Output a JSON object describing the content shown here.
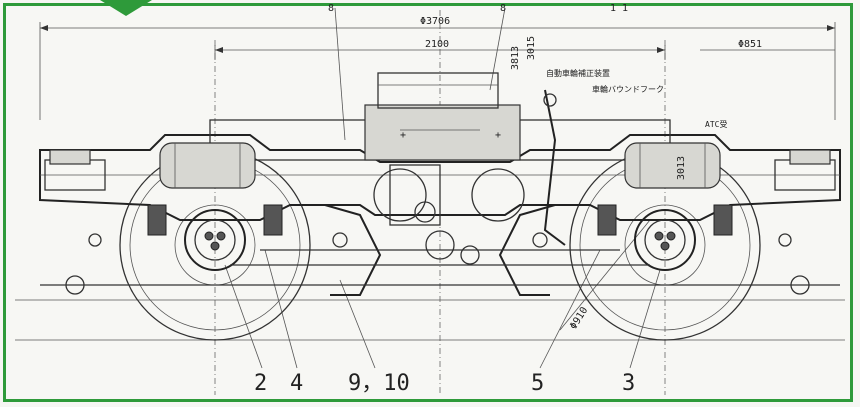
{
  "dimensions": {
    "overall": "Φ3706",
    "wheelbase": "2100",
    "right_span": "Φ851",
    "vertical_top": "3813",
    "vertical_side": "3015",
    "right_vertical": "3013",
    "diagonal": "Φ910"
  },
  "annotations": {
    "note_top": "自動車輪補正装置",
    "note_side": "車輪バウンドフーク",
    "note_right": "ATC受"
  },
  "callouts": {
    "top_left": "8",
    "top_mid": "8",
    "top_right": "1 1",
    "c2": "2",
    "c4": "4",
    "c910": "9，10",
    "c5": "5",
    "c3": "3"
  },
  "colors": {
    "frame_border": "#2e9a3a",
    "line": "#333333",
    "paper": "#f7f7f4"
  }
}
